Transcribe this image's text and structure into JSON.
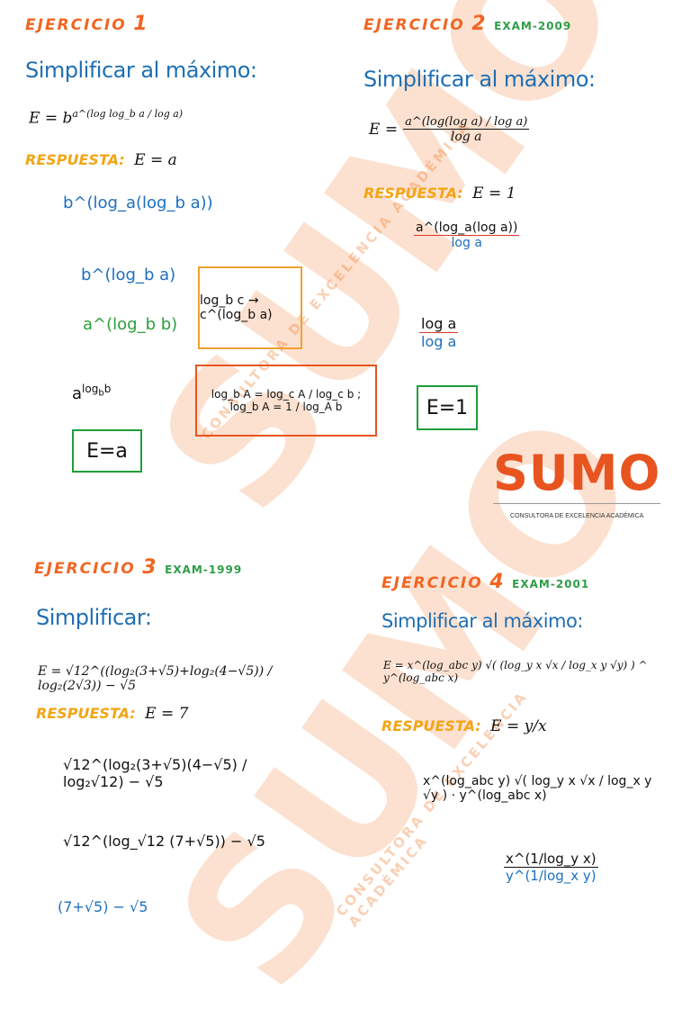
{
  "exercise1": {
    "header_word": "EJERCICIO",
    "header_num": "1",
    "instruction": "Simplificar al máximo:",
    "formula_lhs": "E = b",
    "formula_exp": "a^(log log_b a / log a)",
    "answer_label": "RESPUESTA:",
    "answer_value": "E = a",
    "steps": [
      "b^(log_a(log_b a))",
      "b^(log_b a)",
      "a^(log_b b)"
    ],
    "final_box": "E=a",
    "identity1": "log_b c → c^(log_b a)",
    "identity2": "log_b A = log_c A / log_c b ; log_b A = 1 / log_A b"
  },
  "exercise2": {
    "header_word": "EJERCICIO",
    "header_num": "2",
    "header_exam": "EXAM-2009",
    "instruction": "Simplificar al máximo:",
    "formula_num": "a^(log(log a) / log a)",
    "formula_den": "log a",
    "answer_label": "RESPUESTA:",
    "answer_value": "E = 1",
    "step1_num": "a^(log_a(log a))",
    "step1_den": "log a",
    "step2_num": "log a",
    "step2_den": "log a",
    "final_box": "E=1"
  },
  "logo": {
    "name": "SUMO",
    "subtitle": "CONSULTORA DE EXCELENCIA ACADÉMICA"
  },
  "exercise3": {
    "header_word": "EJERCICIO",
    "header_num": "3",
    "header_exam": "EXAM-1999",
    "instruction": "Simplificar:",
    "formula": "E = √12^((log₂(3+√5)+log₂(4−√5)) / log₂(2√3)) − √5",
    "answer_label": "RESPUESTA:",
    "answer_value": "E = 7",
    "step1": "√12^(log₂(3+√5)(4−√5) / log₂√12) − √5",
    "step2": "√12^(log_√12 (7+√5)) − √5",
    "step3": "(7+√5) − √5"
  },
  "exercise4": {
    "header_word": "EJERCICIO",
    "header_num": "4",
    "header_exam": "EXAM-2001",
    "instruction": "Simplificar al máximo:",
    "formula": "E = x^(log_abc y) √( (log_y x √x / log_x y √y) ) ^ y^(log_abc x)",
    "answer_label": "RESPUESTA:",
    "answer_value": "E = y/x",
    "step1": "x^(log_abc y) √( log_y x √x / log_x y √y ) · y^(log_abc x)",
    "step2_num": "x^(1/log_y x)",
    "step2_den": "y^(1/log_x y)"
  },
  "watermark": {
    "text": "SUMO",
    "band": "CONSULTORA DE EXCELENCIA ACADÉMICA"
  }
}
